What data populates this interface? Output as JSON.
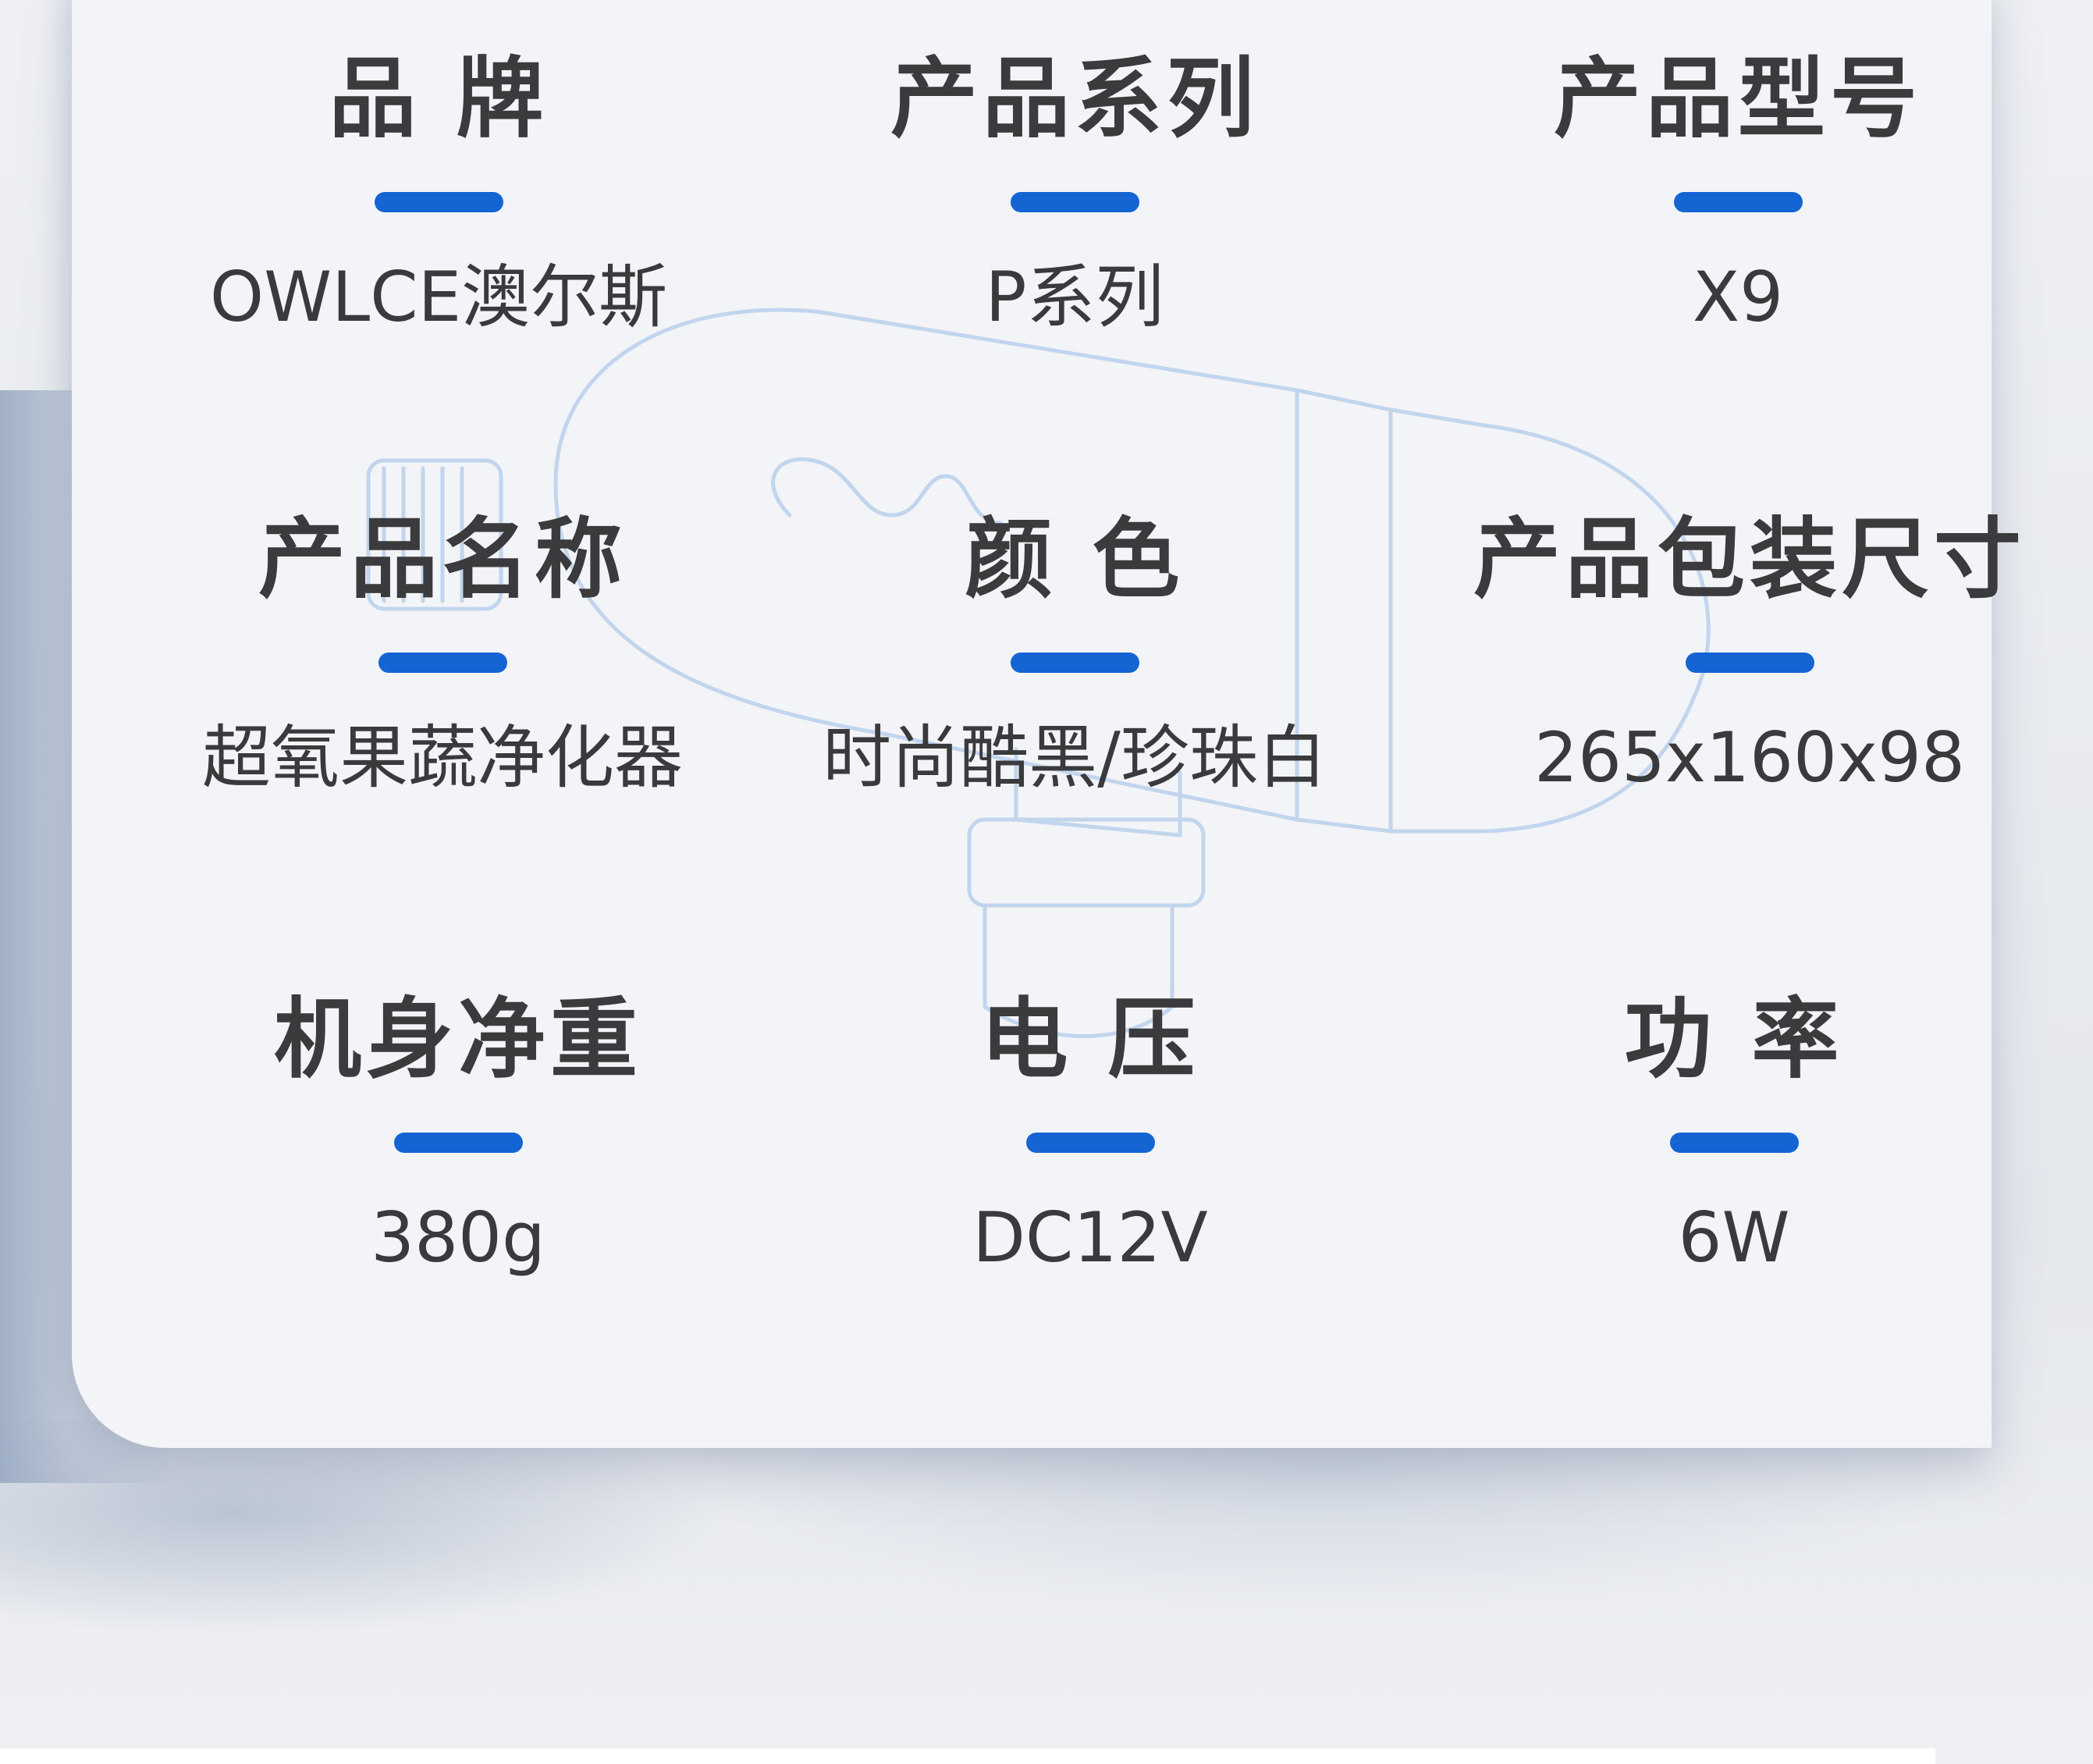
{
  "specs": [
    {
      "label": "品 牌",
      "value": "OWLCE澳尔斯"
    },
    {
      "label": "产品系列",
      "value": "P系列"
    },
    {
      "label": "产品型号",
      "value": "X9"
    },
    {
      "label": "产品名称",
      "value": "超氧果蔬净化器"
    },
    {
      "label": "颜 色",
      "value": "时尚酷黑/珍珠白"
    },
    {
      "label": "产品包装尺寸",
      "value": "265x160x98"
    },
    {
      "label": "机身净重",
      "value": "380g"
    },
    {
      "label": "电 压",
      "value": "DC12V"
    },
    {
      "label": "功 率",
      "value": "6W"
    }
  ],
  "colors": {
    "accent": "#1464d4",
    "text": "#3b3b3d",
    "card": "#f3f4f7"
  }
}
